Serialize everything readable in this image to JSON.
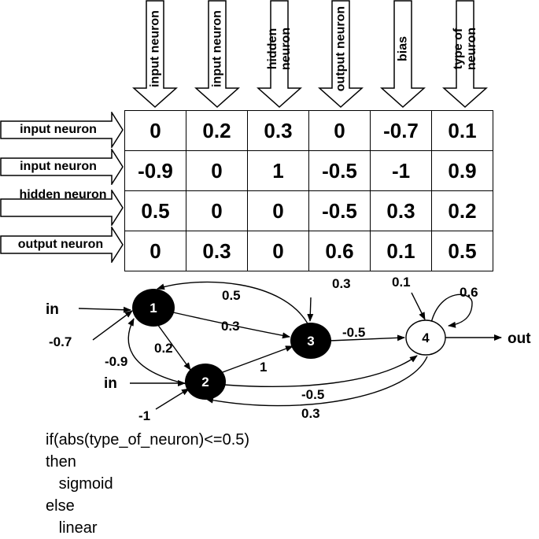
{
  "columns": [
    "input neuron",
    "input neuron",
    "hidden neuron",
    "output neuron",
    "bias",
    "type of neuron"
  ],
  "rows": [
    {
      "label": "input neuron",
      "values": [
        "0",
        "0.2",
        "0.3",
        "0",
        "-0.7",
        "0.1"
      ]
    },
    {
      "label": "input neuron",
      "values": [
        "-0.9",
        "0",
        "1",
        "-0.5",
        "-1",
        "0.9"
      ]
    },
    {
      "label": "hidden neuron",
      "values": [
        "0.5",
        "0",
        "0",
        "-0.5",
        "0.3",
        "0.2"
      ]
    },
    {
      "label": "output neuron",
      "values": [
        "0",
        "0.3",
        "0",
        "0.6",
        "0.1",
        "0.5"
      ]
    }
  ],
  "network": {
    "nodes": [
      {
        "id": "1",
        "filled": true
      },
      {
        "id": "2",
        "filled": true
      },
      {
        "id": "3",
        "filled": true
      },
      {
        "id": "4",
        "filled": false
      }
    ],
    "edge_labels": {
      "w_3_1": "0.5",
      "w_1_3": "0.3",
      "w_1_2": "0.2",
      "w_2_1": "-0.9",
      "w_2_3": "1",
      "w_3_4": "-0.5",
      "w_2_4": "-0.5",
      "w_4_2": "0.3",
      "w_4_4": "0.6",
      "bias_1": "-0.7",
      "bias_2": "-1",
      "bias_3": "0.3",
      "bias_4": "0.1"
    },
    "inputs": [
      "in",
      "in"
    ],
    "output": "out"
  },
  "code": [
    "if(abs(type_of_neuron)<=0.5)",
    "then",
    "   sigmoid",
    "else",
    "   linear"
  ]
}
